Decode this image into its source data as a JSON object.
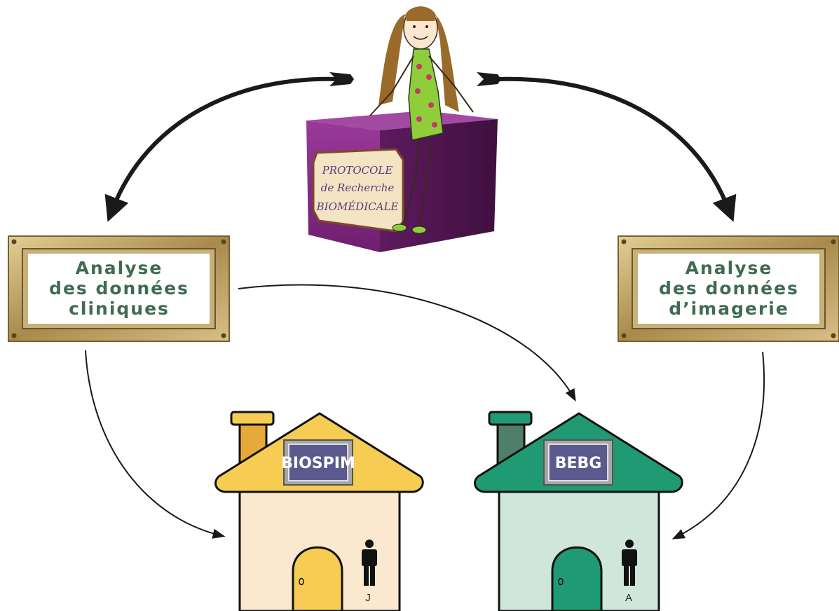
{
  "protocol_box": {
    "line1": "PROTOCOLE",
    "line2": "de Recherche",
    "line3": "BIOMÉDICALE"
  },
  "frames": {
    "left": {
      "lines": [
        "Analyse",
        "des données",
        "cliniques"
      ]
    },
    "right": {
      "lines": [
        "Analyse",
        "des données",
        "d’imagerie"
      ]
    }
  },
  "houses": {
    "left": {
      "sign": "BIOSPIM",
      "person_letter": "J",
      "roof_color": "#f6cd52",
      "wall_color": "#fbe9cf",
      "door_color": "#f6cd52",
      "chimney_color": "#e7a93a"
    },
    "right": {
      "sign": "BEBG",
      "person_letter": "A",
      "roof_color": "#1f9a72",
      "wall_color": "#cfe6da",
      "door_color": "#1f9a72",
      "chimney_color": "#4f7f6b"
    }
  },
  "colors": {
    "frame_gold": "#b89a5a",
    "frame_text": "#3f6b52",
    "box_purple": "#8a2a8a",
    "sign_blue": "#5a5a8e"
  }
}
